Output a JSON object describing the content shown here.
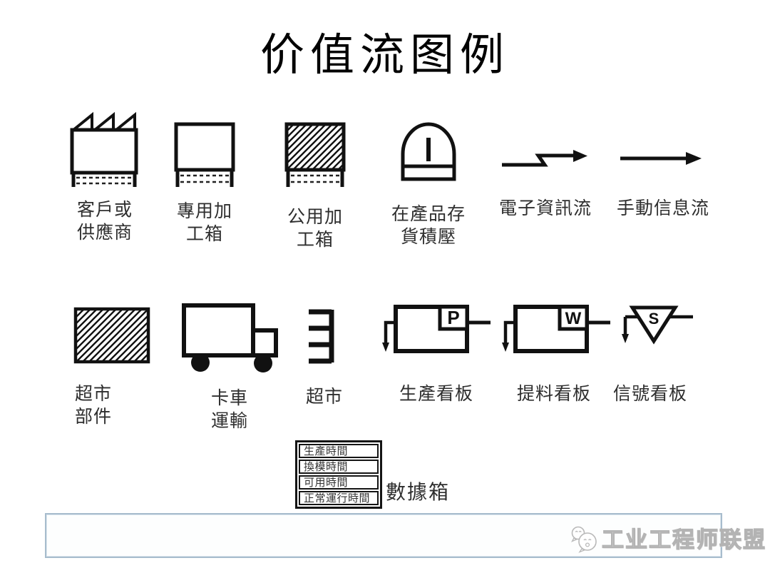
{
  "title": "价值流图例",
  "row1": [
    {
      "icon": "factory-icon",
      "line1": "客戶或",
      "line2": "供應商"
    },
    {
      "icon": "dedicated-process-box-icon",
      "line1": "專用加",
      "line2": "工箱"
    },
    {
      "icon": "shared-process-box-icon",
      "line1": "公用加",
      "line2": "工箱"
    },
    {
      "icon": "wip-inventory-icon",
      "line1": "在產品存",
      "line2": "貨積壓"
    },
    {
      "icon": "electronic-info-flow-icon",
      "line1": "電子資訊流"
    },
    {
      "icon": "manual-info-flow-icon",
      "line1": "手動信息流"
    }
  ],
  "row2": [
    {
      "icon": "supermarket-parts-icon",
      "line1": "超市",
      "line2": "部件"
    },
    {
      "icon": "truck-icon",
      "line1": "卡車",
      "line2": "運輸"
    },
    {
      "icon": "supermarket-icon",
      "line1": "超市"
    },
    {
      "icon": "production-kanban-icon",
      "line1": "生產看板",
      "badge": "P"
    },
    {
      "icon": "withdrawal-kanban-icon",
      "line1": "提料看板",
      "badge": "W"
    },
    {
      "icon": "signal-kanban-icon",
      "line1": "信號看板",
      "badge": "S"
    }
  ],
  "data_box": {
    "rows": [
      "生產時間",
      "換模時間",
      "可用時間",
      "正常運行時間"
    ],
    "label": "數據箱"
  },
  "footer": {
    "logo_text": "工业工程师联盟"
  },
  "colors": {
    "line": "#111111",
    "frame_border": "#a7bccd",
    "logo_gray": "#b3b3b3"
  }
}
